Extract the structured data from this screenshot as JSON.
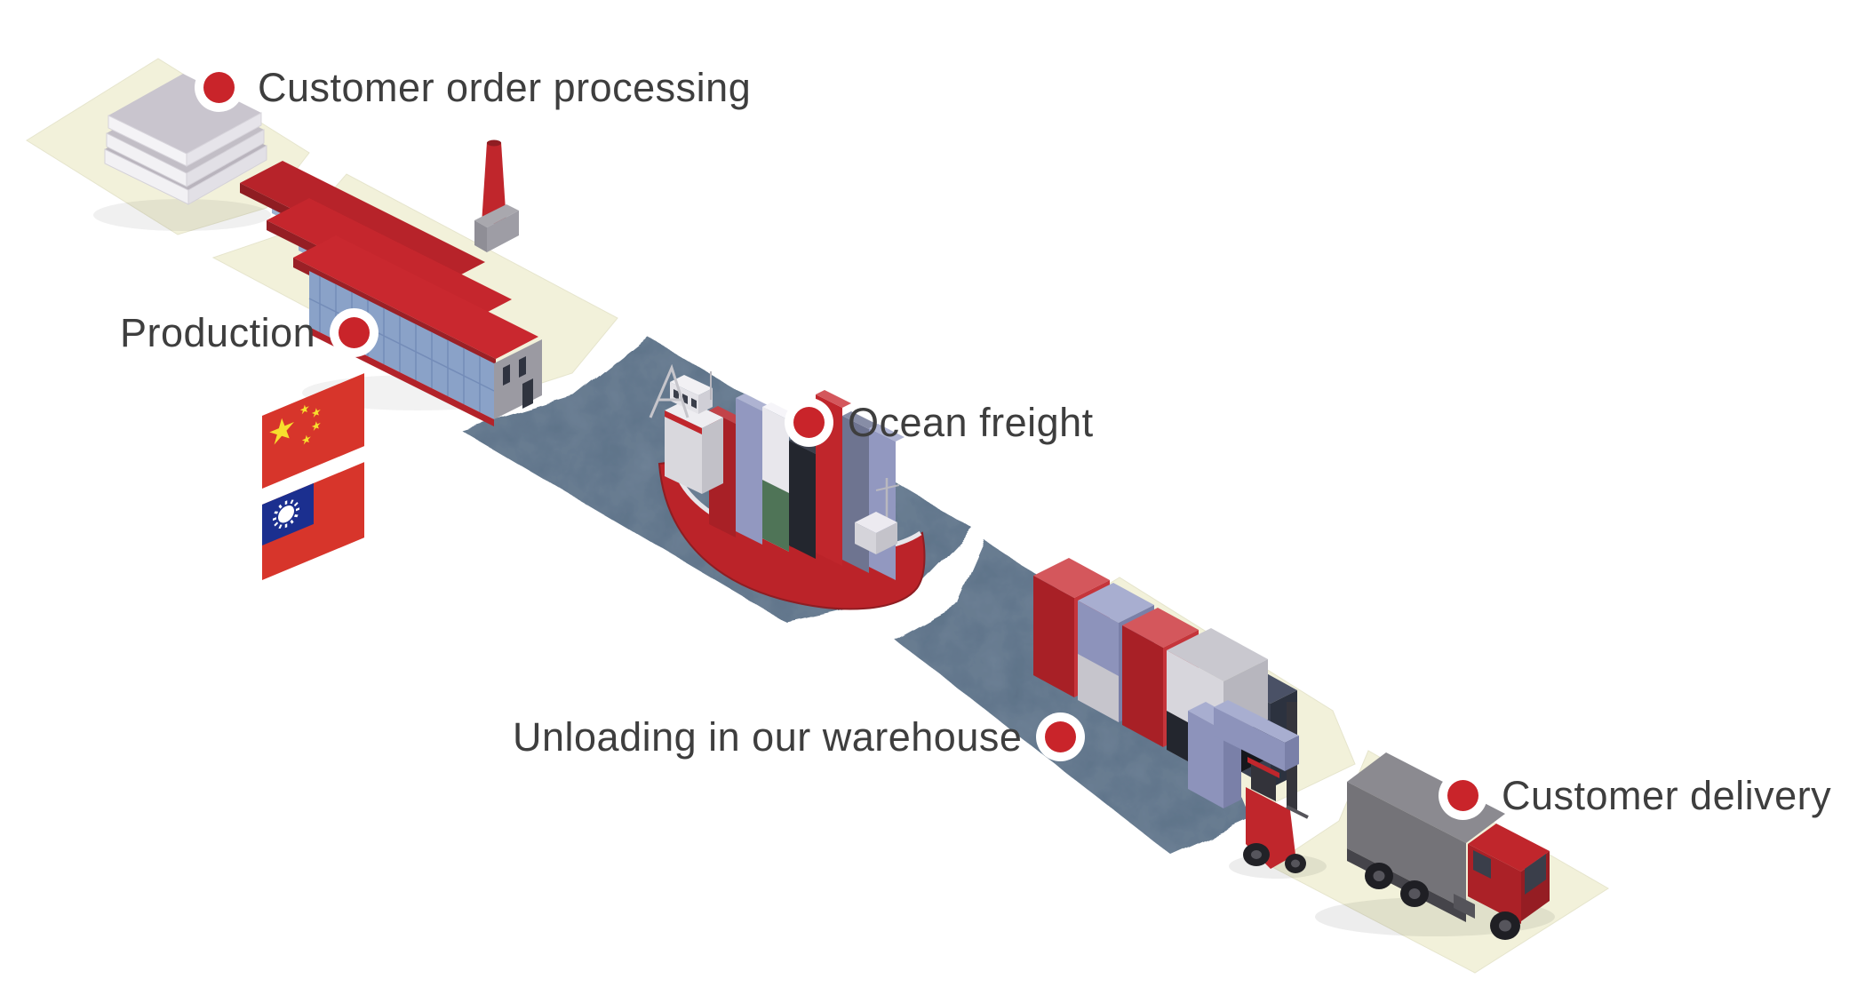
{
  "scene": {
    "background": "#ffffff",
    "type": "supply-chain-flow-diagram",
    "steps": [
      {
        "id": "customer-order-processing",
        "label": "Customer order processing",
        "dot_position": "left",
        "illustration": "document-stack"
      },
      {
        "id": "production",
        "label": "Production",
        "dot_position": "right",
        "illustration": "factory"
      },
      {
        "id": "ocean-freight",
        "label": "Ocean freight",
        "dot_position": "left",
        "illustration": "container-ship"
      },
      {
        "id": "unloading-warehouse",
        "label": "Unloading in our warehouse",
        "dot_position": "right",
        "illustration": "container-yard-forklift"
      },
      {
        "id": "customer-delivery",
        "label": "Customer delivery",
        "dot_position": "left",
        "illustration": "delivery-truck"
      }
    ],
    "flags": [
      {
        "name": "china-flag"
      },
      {
        "name": "taiwan-flag"
      }
    ],
    "illustrations": [
      {
        "name": "document-stack"
      },
      {
        "name": "factory"
      },
      {
        "name": "container-ship"
      },
      {
        "name": "container-yard"
      },
      {
        "name": "forklift"
      },
      {
        "name": "delivery-truck"
      }
    ],
    "colors": {
      "accent_red": "#c9242a",
      "platform_cream": "#f2f1da",
      "water_blue": "#5c7187",
      "label_text": "#3e3e3e",
      "container_lavender": "#8d93bb",
      "container_silver": "#c9c8cf",
      "truck_gray": "#77767c",
      "china_flag_red": "#d7352b",
      "taiwan_canton_blue": "#1b2f8f",
      "star_yellow": "#f7de2d"
    }
  }
}
